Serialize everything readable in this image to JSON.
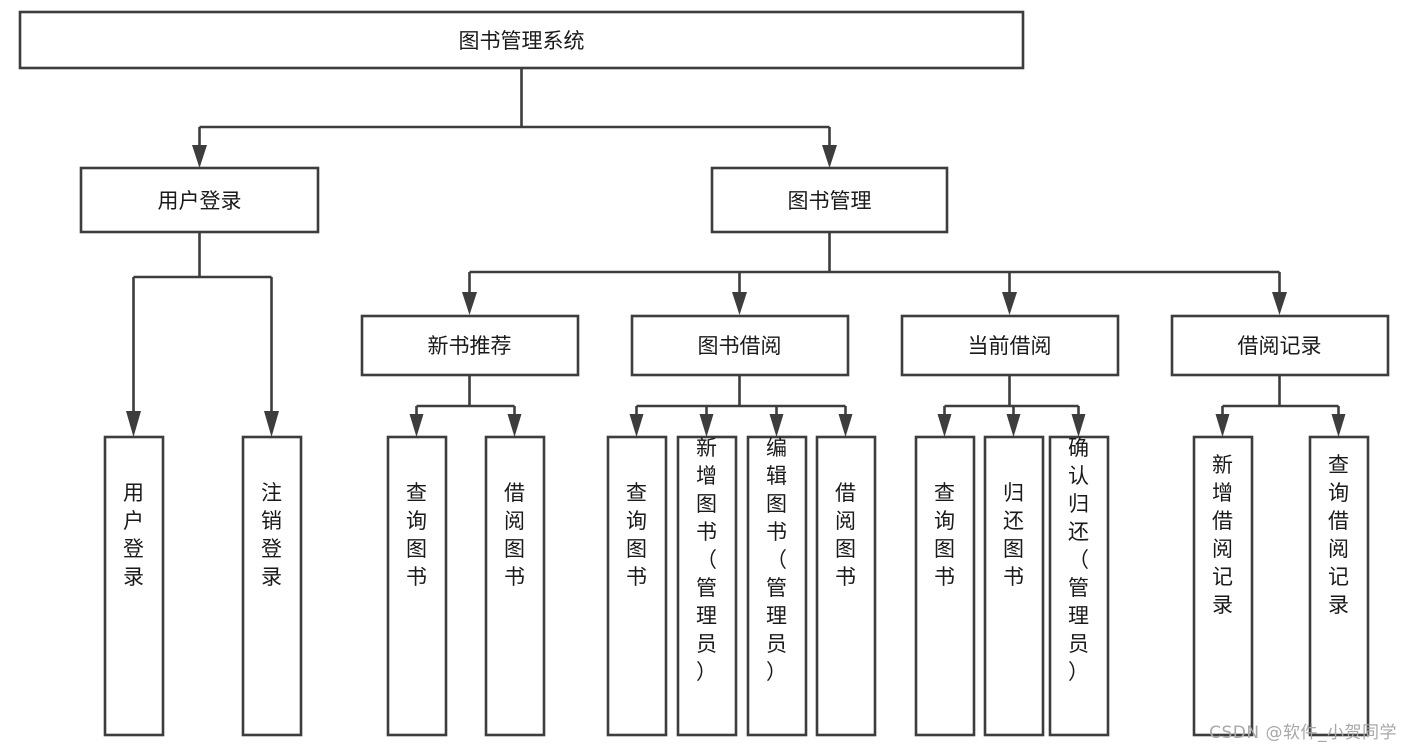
{
  "diagram": {
    "type": "tree",
    "title": "图书管理系统",
    "orientation": "top-down",
    "colors": {
      "stroke": "#3d3d3d",
      "fill": "#ffffff",
      "text": "#1a1a1a",
      "watermark": "#a8a8a8",
      "background": "#ffffff"
    },
    "levels": [
      {
        "level": 0,
        "nodes": [
          {
            "id": "root",
            "label": "图书管理系统",
            "orientation": "horizontal"
          }
        ]
      },
      {
        "level": 1,
        "nodes": [
          {
            "id": "login",
            "label": "用户登录",
            "orientation": "horizontal",
            "parent": "root"
          },
          {
            "id": "bookmgmt",
            "label": "图书管理",
            "orientation": "horizontal",
            "parent": "root"
          }
        ]
      },
      {
        "level": 2,
        "nodes": [
          {
            "id": "newbook",
            "label": "新书推荐",
            "orientation": "horizontal",
            "parent": "bookmgmt"
          },
          {
            "id": "borrow",
            "label": "图书借阅",
            "orientation": "horizontal",
            "parent": "bookmgmt"
          },
          {
            "id": "current",
            "label": "当前借阅",
            "orientation": "horizontal",
            "parent": "bookmgmt"
          },
          {
            "id": "record",
            "label": "借阅记录",
            "orientation": "horizontal",
            "parent": "bookmgmt"
          }
        ]
      },
      {
        "level": 3,
        "nodes": [
          {
            "id": "leaf-user-login",
            "label": "用户登录",
            "orientation": "vertical",
            "parent": "login"
          },
          {
            "id": "leaf-user-logout",
            "label": "注销登录",
            "orientation": "vertical",
            "parent": "login"
          },
          {
            "id": "leaf-nb-query",
            "label": "查询图书",
            "orientation": "vertical",
            "parent": "newbook"
          },
          {
            "id": "leaf-nb-borrow",
            "label": "借阅图书",
            "orientation": "vertical",
            "parent": "newbook"
          },
          {
            "id": "leaf-bw-query",
            "label": "查询图书",
            "orientation": "vertical",
            "parent": "borrow"
          },
          {
            "id": "leaf-bw-add",
            "label": "新增图书（管理员）",
            "orientation": "vertical",
            "parent": "borrow"
          },
          {
            "id": "leaf-bw-edit",
            "label": "编辑图书（管理员）",
            "orientation": "vertical",
            "parent": "borrow"
          },
          {
            "id": "leaf-bw-borrow",
            "label": "借阅图书",
            "orientation": "vertical",
            "parent": "borrow"
          },
          {
            "id": "leaf-cur-query",
            "label": "查询图书",
            "orientation": "vertical",
            "parent": "current"
          },
          {
            "id": "leaf-cur-return",
            "label": "归还图书",
            "orientation": "vertical",
            "parent": "current"
          },
          {
            "id": "leaf-cur-confirm",
            "label": "确认归还（管理员）",
            "orientation": "vertical",
            "parent": "current"
          },
          {
            "id": "leaf-rec-add",
            "label": "新增借阅记录",
            "orientation": "vertical",
            "parent": "record"
          },
          {
            "id": "leaf-rec-query",
            "label": "查询借阅记录",
            "orientation": "vertical",
            "parent": "record"
          }
        ]
      }
    ]
  },
  "watermark": {
    "text": "CSDN @软件_小贺同学"
  }
}
